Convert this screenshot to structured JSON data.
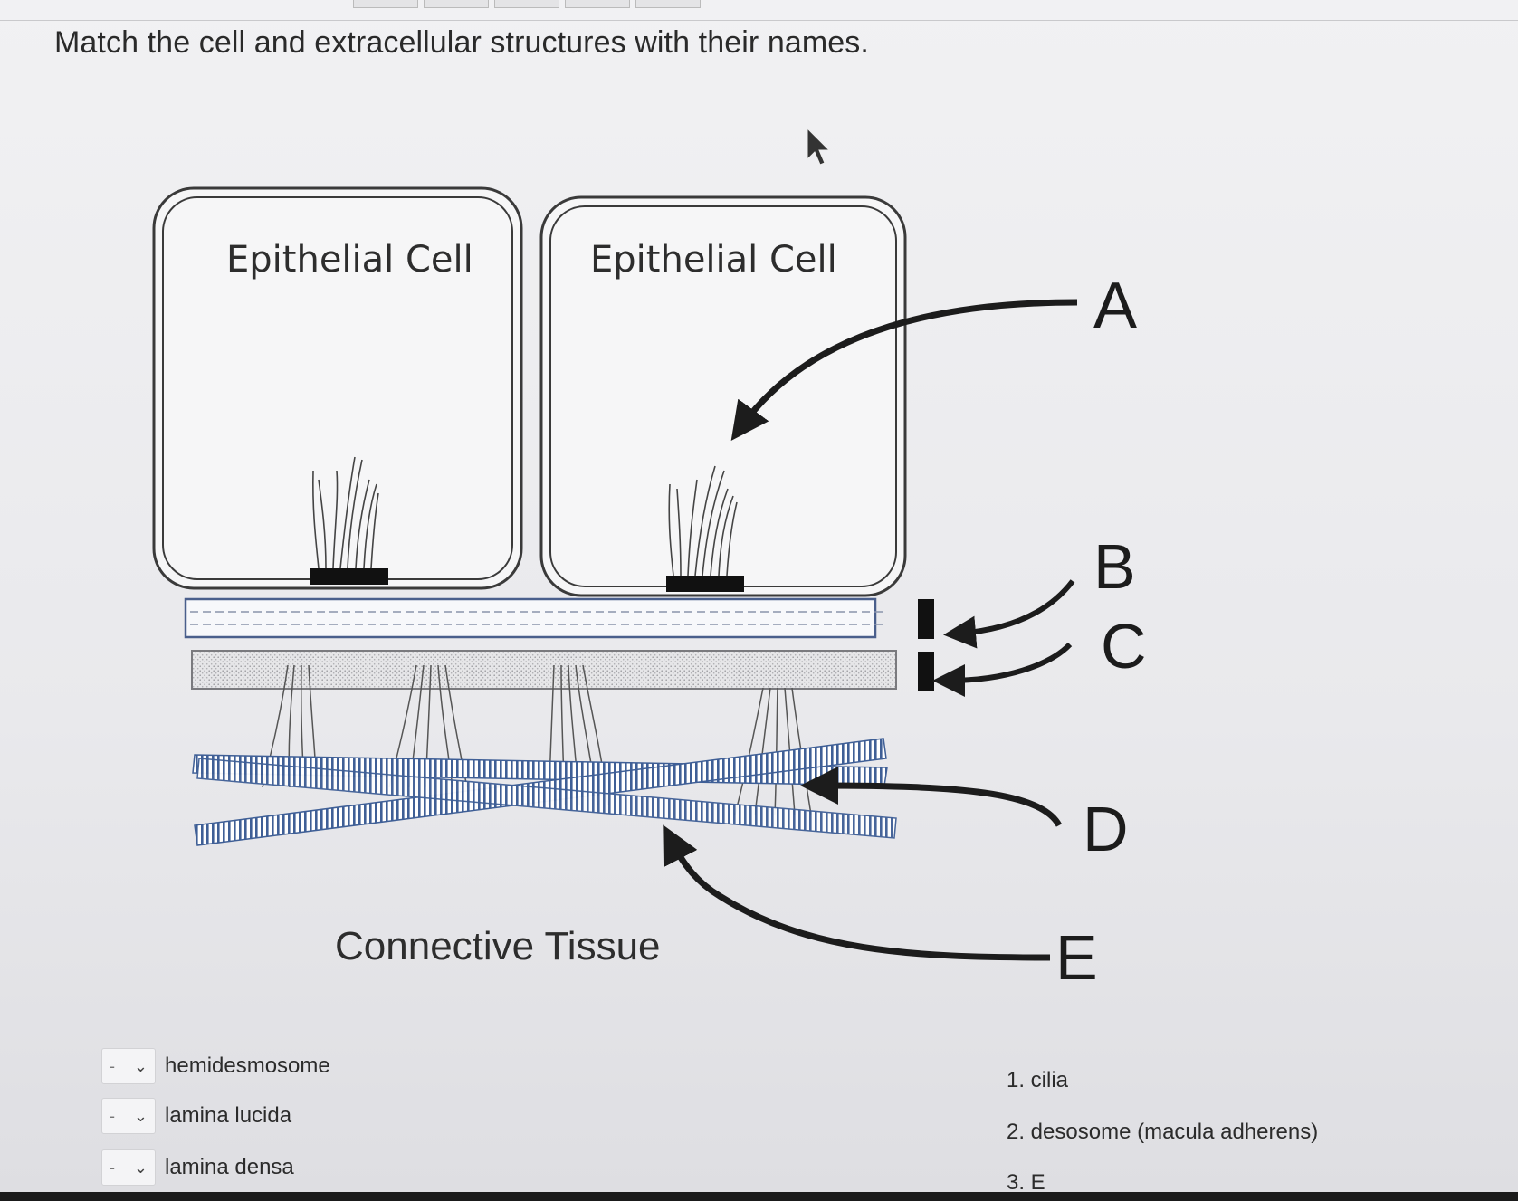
{
  "question": {
    "text": "Match the cell and extracellular structures with their names."
  },
  "diagram": {
    "cell_left_label": "Epithelial Cell",
    "cell_right_label": "Epithelial Cell",
    "tissue_label": "Connective Tissue",
    "markers": {
      "a": "A",
      "b": "B",
      "c": "C",
      "d": "D",
      "e": "E"
    }
  },
  "matches": [
    {
      "selected": "-",
      "label": "hemidesmosome"
    },
    {
      "selected": "-",
      "label": "lamina lucida"
    },
    {
      "selected": "-",
      "label": "lamina densa"
    }
  ],
  "answers": [
    "1. cilia",
    "2. desosome (macula adherens)",
    "3. E"
  ],
  "colors": {
    "arrow": "#1c1c1c",
    "lucida_border": "#4a5f8c",
    "fiber": "#3f5f96"
  }
}
